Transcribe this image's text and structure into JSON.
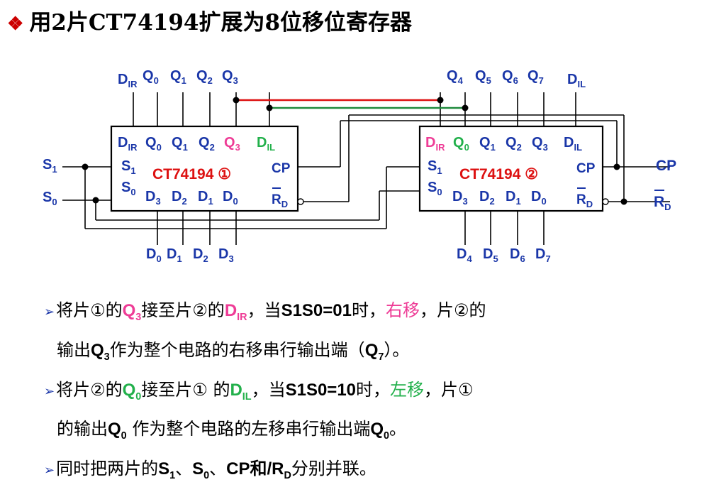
{
  "title": {
    "bullet": "❖",
    "text": "用2片CT74194扩展为8位移位寄存器"
  },
  "chip1": {
    "name": "CT74194 ①"
  },
  "chip2": {
    "name": "CT74194 ②"
  },
  "labels": {
    "D": "D",
    "IR": "IR",
    "IL": "IL",
    "Q": "Q",
    "S": "S",
    "CP": "CP",
    "R": "R",
    "sub_d": "D",
    "n0": "0",
    "n1": "1",
    "n2": "2",
    "n3": "3",
    "n4": "4",
    "n5": "5",
    "n6": "6",
    "n7": "7"
  },
  "notes": [
    {
      "arrow": "➢",
      "t1": "将片①的",
      "q3": "Q",
      "q3s": "3",
      "t2": "接至片②的",
      "dir": "D",
      "dirs": "IR",
      "t3": "，当",
      "cond": "S1S0=01",
      "t4": "时，",
      "rshift": "右移",
      "t5": "，片②的",
      "t6": "输出",
      "q": "Q",
      "qs": "3",
      "t7": "作为整个电路的右移串行输出端（",
      "q7": "Q",
      "q7s": "7",
      "t8": "）。"
    },
    {
      "arrow": "➢",
      "t1": "将片②的",
      "q0": "Q",
      "q0s": "0",
      "t2": "接至片①  的",
      "dil": "D",
      "dils": "IL",
      "t3": "，当",
      "cond": "S1S0=10",
      "t4": "时，",
      "lshift": "左移",
      "t5": "，片①",
      "t6": "的输出",
      "q": "Q",
      "qs": "0",
      "t7": " 作为整个电路的左移串行输出端",
      "qo": "Q",
      "qos": "0",
      "t8": "。"
    },
    {
      "arrow": "➢",
      "t1": "同时把两片的",
      "s1": "S",
      "s1s": "1",
      "t2": "、",
      "s0": "S",
      "s0s": "0",
      "t3": "、",
      "cp": "CP",
      "t4": "和/R",
      "rd": "D",
      "t5": "分别并联。"
    }
  ],
  "colors": {
    "ink": "#1a36a8",
    "red": "#dd1111",
    "pink": "#ee3c96",
    "green": "#22b04b",
    "wire": "#000000"
  }
}
